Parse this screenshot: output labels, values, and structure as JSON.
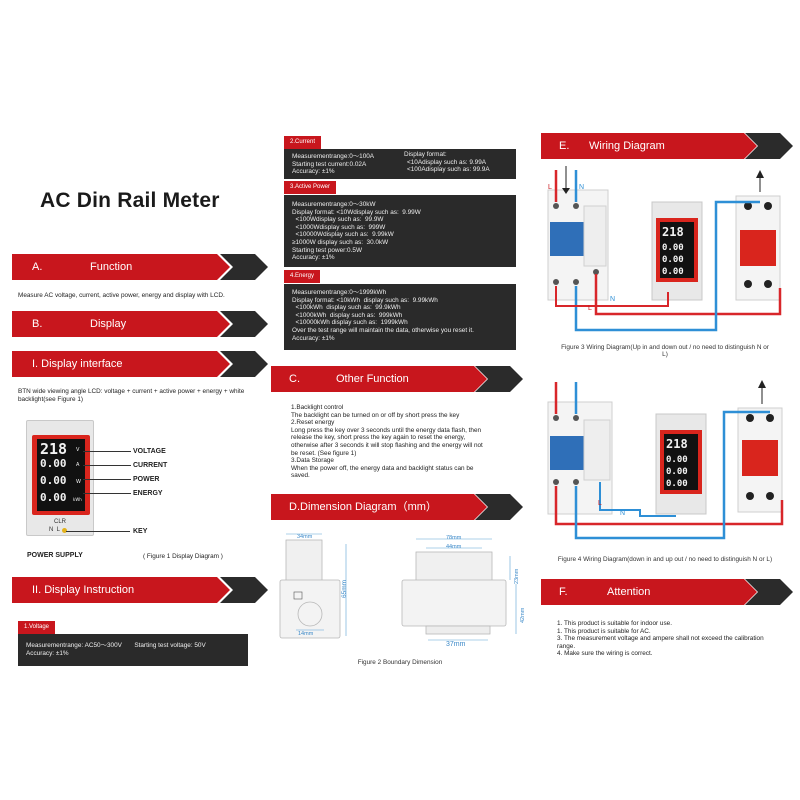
{
  "doc": {
    "title": "AC Din Rail Meter"
  },
  "sections": {
    "a": {
      "letter": "A.",
      "label": "Function",
      "body": "Measure AC voltage, current, active power, energy and display with LCD."
    },
    "b": {
      "letter": "B.",
      "label": "Display"
    },
    "b1": {
      "label": "I. Display interface",
      "body": "BTN wide viewing angle LCD: voltage + current + active power + energy + white backlight(see Figure 1)"
    },
    "b2": {
      "label": "II. Display Instruction"
    },
    "c": {
      "letter": "C.",
      "label": "Other Function"
    },
    "d": {
      "label": "D.Dimension Diagram（mm）"
    },
    "e": {
      "letter": "E.",
      "label": "Wiring Diagram"
    },
    "f": {
      "letter": "F.",
      "label": "Attention"
    }
  },
  "figure1": {
    "labels": {
      "voltage": "VOLTAGE",
      "current": "CURRENT",
      "power": "POWER",
      "energy": "ENERGY",
      "key": "KEY",
      "supply": "POWER SUPPLY"
    },
    "caption": "( Figure 1 Display Diagram )",
    "readings": [
      "218",
      "0.00",
      "0.00",
      "0.00"
    ],
    "units": [
      "V",
      "A",
      "W",
      "kWh"
    ],
    "clr": "CLR",
    "nl": "N  L"
  },
  "voltage": {
    "tag": "1.Voltage",
    "line1": "Measurementrange: AC50～300V       Starting test voltage: 50V",
    "line2": "Accuracy: ±1%"
  },
  "current": {
    "tag": "2.Current",
    "left": [
      "Measurementrange:0～100A",
      "Starting test current:0.02A",
      "Accuracy: ±1%"
    ],
    "right": [
      "Display format:",
      "<10Adisplay such as:  9.99A",
      "<100Adisplay such as:  99.9A"
    ]
  },
  "power": {
    "tag": "3.Active Power",
    "lines": [
      "Measurementrange:0～30kW",
      "Display format: <10Wdisplay such as:  9.99W",
      "  <100Wdisplay such as:  99.9W",
      "  <1000Wdisplay such as:  999W",
      "  <10000Wdisplay such as:  9.99kW",
      "≥1000W display such as:  30.0kW",
      "Starting test power:0.5W",
      "Accuracy: ±1%"
    ]
  },
  "energy": {
    "tag": "4.Energy",
    "lines": [
      "Measurementrange:0～1999kWh",
      "Display format: <10kWh  display such as:  9.99kWh",
      "  <100kWh  display such as:  99.9kWh",
      "  <1000kWh  display such as:  999kWh",
      "  <10000kWh display such as:  1999kWh",
      "Over the test range will maintain the data, otherwise you reset it.",
      "Accuracy: ±1%"
    ]
  },
  "other": {
    "lines": [
      "1.Backlight control",
      "The backlight can be turned on or off by short press the key",
      "2.Reset energy",
      "Long press the key over 3 seconds until the energy data flash, then",
      "release the key, short press the key again to reset the energy,",
      "otherwise after 3 seconds it will stop flashing and the energy will not",
      "be reset. (See figure 1)",
      "3.Data Storage",
      "When the power off, the energy data and backlight status can be",
      "saved."
    ]
  },
  "dimension": {
    "w34": "34mm",
    "h65": "65mm",
    "w14": "14mm",
    "w78": "78mm",
    "w44": "44mm",
    "h23": "23mm",
    "h42": "42mm",
    "w37": "37mm",
    "caption": "Figure 2 Boundary Dimension"
  },
  "wiring": {
    "fig3_caption": "Figure 3 Wiring Diagram(Up in and down out / no need to distinguish N or L)",
    "fig4_caption": "Figure 4 Wiring Diagram(down in and up out / no need to distinguish N or L)",
    "L": "L",
    "N": "N"
  },
  "attention": {
    "items": [
      "1. This product is suitable for indoor use.",
      "1. This product is suitable for AC.",
      "3. The measurement voltage and ampere shall not exceed the calibration range.",
      "4. Make sure the wiring is correct."
    ]
  },
  "colors": {
    "accent": "#c8161d",
    "dark": "#2b2b2b",
    "wire_red": "#d8262a",
    "wire_blue": "#2e8fd6"
  }
}
